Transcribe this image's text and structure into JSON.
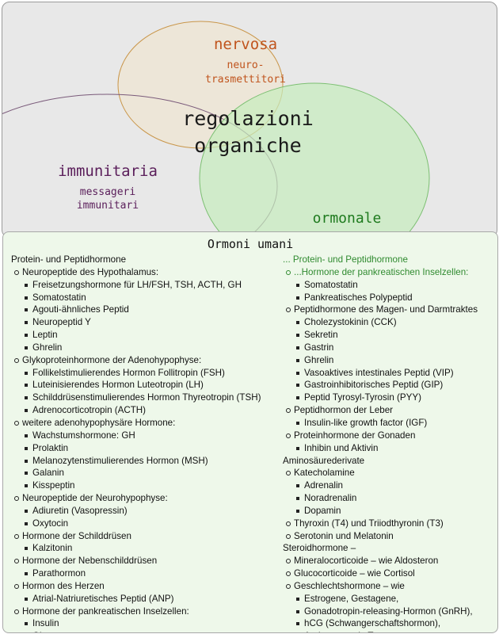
{
  "venn": {
    "nervosa": {
      "title": "nervosa",
      "sub1": "neuro-",
      "sub2": "trasmettitori",
      "color": "#c0541d"
    },
    "center": {
      "line1": "regolazioni",
      "line2": "organiche"
    },
    "immunitaria": {
      "title": "immunitaria",
      "sub1": "messageri",
      "sub2": "immunitari",
      "color": "#5a1e5a"
    },
    "ormonale": {
      "title": "ormonale",
      "color": "#1e7a1e"
    }
  },
  "panel": {
    "title": "Ormoni umani",
    "left": [
      {
        "text": "Protein- und Peptidhormone",
        "level": 0
      },
      {
        "text": "Neuropeptide des Hypothalamus:",
        "level": 1
      },
      {
        "text": "Freisetzungshormone für LH/FSH, TSH, ACTH, GH",
        "level": 2
      },
      {
        "text": "Somatostatin",
        "level": 2
      },
      {
        "text": "Agouti-ähnliches Peptid",
        "level": 2
      },
      {
        "text": "Neuropeptid Y",
        "level": 2
      },
      {
        "text": "Leptin",
        "level": 2
      },
      {
        "text": "Ghrelin",
        "level": 2
      },
      {
        "text": "Glykoproteinhormone der Adenohypophyse:",
        "level": 1
      },
      {
        "text": "Follikelstimulierendes Hormon Follitropin (FSH)",
        "level": 2
      },
      {
        "text": "Luteinisierendes Hormon Luteotropin (LH)",
        "level": 2
      },
      {
        "text": "Schilddrüsenstimulierendes Hormon Thyreotropin (TSH)",
        "level": 2
      },
      {
        "text": "Adrenocorticotropin (ACTH)",
        "level": 2
      },
      {
        "text": "weitere adenohypophysäre Hormone:",
        "level": 1
      },
      {
        "text": "Wachstumshormone: GH",
        "level": 2
      },
      {
        "text": "Prolaktin",
        "level": 2
      },
      {
        "text": "Melanozytenstimulierendes Hormon (MSH)",
        "level": 2
      },
      {
        "text": "Galanin",
        "level": 2
      },
      {
        "text": "Kisspeptin",
        "level": 2
      },
      {
        "text": "Neuropeptide der Neurohypophyse:",
        "level": 1
      },
      {
        "text": "Adiuretin (Vasopressin)",
        "level": 2
      },
      {
        "text": "Oxytocin",
        "level": 2
      },
      {
        "text": "Hormone der Schilddrüsen",
        "level": 1
      },
      {
        "text": "Kalzitonin",
        "level": 2
      },
      {
        "text": "Hormone der Nebenschilddrüsen",
        "level": 1
      },
      {
        "text": "Parathormon",
        "level": 2
      },
      {
        "text": "Hormon des Herzen",
        "level": 1
      },
      {
        "text": "Atrial-Natriuretisches Peptid (ANP)",
        "level": 2
      },
      {
        "text": "Hormone der pankreatischen Inselzellen:",
        "level": 1
      },
      {
        "text": "Insulin",
        "level": 2
      },
      {
        "text": "Glucagon",
        "level": 2
      }
    ],
    "right": [
      {
        "text": "... Protein- und Peptidhormone",
        "level": 0,
        "green": true
      },
      {
        "text": "...Hormone der pankreatischen Inselzellen:",
        "level": 1,
        "green": true
      },
      {
        "text": "Somatostatin",
        "level": 2
      },
      {
        "text": "Pankreatisches Polypeptid",
        "level": 2
      },
      {
        "text": "Peptidhormone des Magen- und Darmtraktes",
        "level": 1
      },
      {
        "text": "Cholezystokinin (CCK)",
        "level": 2
      },
      {
        "text": "Sekretin",
        "level": 2
      },
      {
        "text": "Gastrin",
        "level": 2
      },
      {
        "text": "Ghrelin",
        "level": 2
      },
      {
        "text": "Vasoaktives intestinales Peptid (VIP)",
        "level": 2
      },
      {
        "text": "Gastroinhibitorisches Peptid (GIP)",
        "level": 2
      },
      {
        "text": "Peptid Tyrosyl-Tyrosin (PYY)",
        "level": 2
      },
      {
        "text": "Peptidhormon der Leber",
        "level": 1
      },
      {
        "text": "Insulin-like growth factor (IGF)",
        "level": 2
      },
      {
        "text": "Proteinhormone der Gonaden",
        "level": 1
      },
      {
        "text": "Inhibin und Aktivin",
        "level": 2
      },
      {
        "text": "Aminosäurederivate",
        "level": 0
      },
      {
        "text": "Katecholamine",
        "level": 1
      },
      {
        "text": "Adrenalin",
        "level": 2
      },
      {
        "text": "Noradrenalin",
        "level": 2
      },
      {
        "text": "Dopamin",
        "level": 2
      },
      {
        "text": "Thyroxin (T4) und Triiodthyronin (T3)",
        "level": 1
      },
      {
        "text": "Serotonin und Melatonin",
        "level": 1
      },
      {
        "text": "Steroidhormone –",
        "level": 0
      },
      {
        "text": "Mineralocorticoide – wie Aldosteron",
        "level": 1
      },
      {
        "text": "Glucocorticoide – wie Cortisol",
        "level": 1
      },
      {
        "text": "Geschlechtshormone – wie",
        "level": 1
      },
      {
        "text": "Estrogene, Gestagene,",
        "level": 2
      },
      {
        "text": "Gonadotropin-releasing-Hormon (GnRH),",
        "level": 2
      },
      {
        "text": "hCG (Schwangerschaftshormon),",
        "level": 2
      },
      {
        "text": "Androgene  wie Testosteron",
        "level": 2
      }
    ]
  }
}
